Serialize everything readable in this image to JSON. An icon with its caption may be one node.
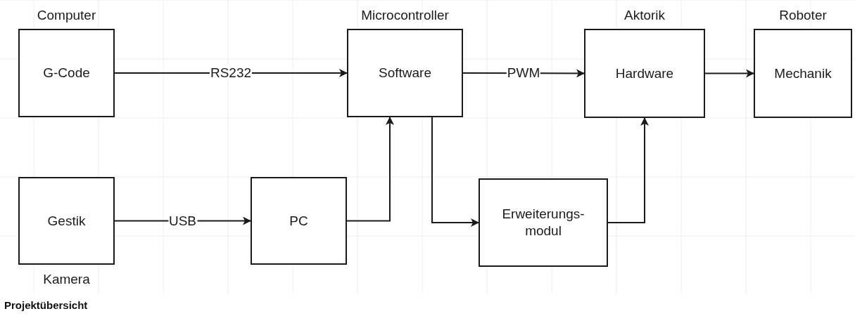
{
  "diagram": {
    "caption": "Projektübersicht",
    "nodes": [
      {
        "text": [
          "Computer",
          "G-Code"
        ]
      },
      {
        "text": [
          "Microcontroller",
          "Software"
        ]
      },
      {
        "text": [
          "Aktorik",
          "Hardware"
        ]
      },
      {
        "text": [
          "Roboter",
          "Mechanik"
        ]
      },
      {
        "text": [
          "Gestik",
          "Kamera"
        ]
      },
      {
        "text": [
          "PC"
        ]
      },
      {
        "text": [
          "Erweiterungs- modul"
        ]
      }
    ],
    "edges": [
      {
        "from": 0,
        "to": 1,
        "arrow": "to",
        "label": "RS232"
      },
      {
        "from": 1,
        "to": 2,
        "arrow": "to",
        "label": "PWM"
      },
      {
        "from": 2,
        "to": 3,
        "arrow": "to"
      },
      {
        "from": 4,
        "to": 5,
        "arrow": "to",
        "label": "USB"
      },
      {
        "from": 5,
        "to": 1,
        "arrow": "to"
      },
      {
        "from": 1,
        "to": 6,
        "arrow": "to"
      },
      {
        "from": 6,
        "to": 2,
        "arrow": "to"
      }
    ]
  }
}
